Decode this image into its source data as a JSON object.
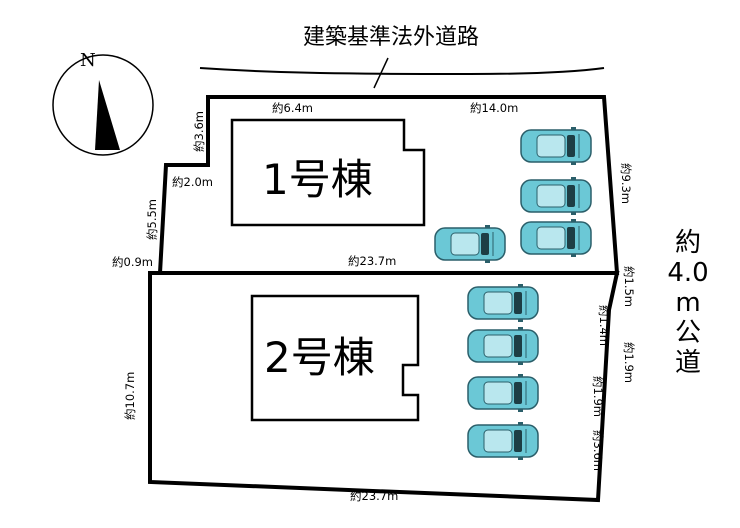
{
  "title_road": "建築基準法外道路",
  "public_road": [
    "約",
    "4.0",
    "m",
    "公",
    "道"
  ],
  "north_mark": "N",
  "lots": [
    {
      "name": "1号棟"
    },
    {
      "name": "2号棟"
    }
  ],
  "dimensions": {
    "lot1_top_left": "約6.4m",
    "lot1_top_right": "約14.0m",
    "lot1_left_upper": "約3.6m",
    "lot1_step": "約2.0m",
    "lot1_left_lower": "約5.5m",
    "lot1_right": "約9.3m",
    "lot1_bottom": "約23.7m",
    "step_left": "約0.9m",
    "lot2_right_1": "約1.5m",
    "lot2_right_2": "約1.4m",
    "lot2_right_3": "約1.9m",
    "lot2_right_4": "約1.9m",
    "lot2_right_5": "約3.6m",
    "lot2_left": "約10.7m",
    "lot2_bottom": "約23.7m"
  },
  "colors": {
    "car_body": "#6bc8d6",
    "car_outline": "#2b5f6a",
    "car_roof": "#b9e7ee",
    "line": "#000000"
  }
}
